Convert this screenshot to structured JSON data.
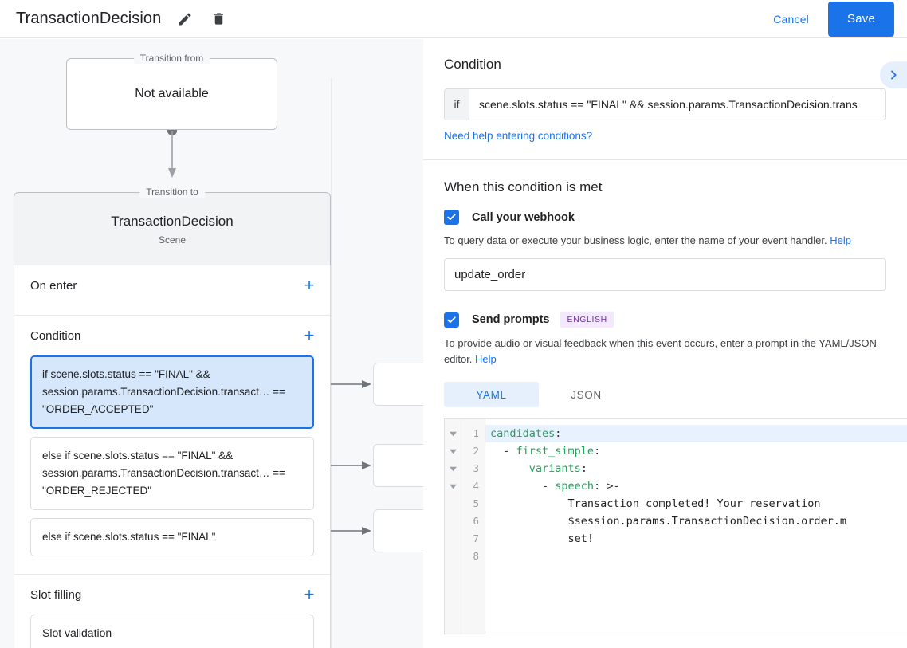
{
  "topbar": {
    "title": "TransactionDecision",
    "edit_icon": "pencil-icon",
    "delete_icon": "trash-icon",
    "cancel_label": "Cancel",
    "save_label": "Save"
  },
  "canvas": {
    "transition_from": {
      "legend": "Transition from",
      "value": "Not available"
    },
    "transition_to": {
      "legend": "Transition to",
      "name": "TransactionDecision",
      "type": "Scene"
    },
    "sections": [
      {
        "title": "On enter",
        "add_label": "+",
        "items": []
      },
      {
        "title": "Condition",
        "add_label": "+",
        "items": [
          {
            "text": "if scene.slots.status == \"FINAL\" && session.params.TransactionDecision.transact… == \"ORDER_ACCEPTED\"",
            "selected": true
          },
          {
            "text": "else if scene.slots.status == \"FINAL\" && session.params.TransactionDecision.transact… == \"ORDER_REJECTED\"",
            "selected": false
          },
          {
            "text": "else if scene.slots.status == \"FINAL\"",
            "selected": false
          }
        ]
      },
      {
        "title": "Slot filling",
        "add_label": "+",
        "items": [
          {
            "text": "Slot validation",
            "selected": false
          }
        ]
      }
    ]
  },
  "right_panel": {
    "condition_heading": "Condition",
    "collapse_icon": "chevron-right-icon",
    "if_label": "if",
    "if_value": "scene.slots.status == \"FINAL\" && session.params.TransactionDecision.trans",
    "help_conditions_link": "Need help entering conditions?",
    "when_met_heading": "When this condition is met",
    "webhook": {
      "checkbox_checked": true,
      "label": "Call your webhook",
      "hint": "To query data or execute your business logic, enter the name of your event handler.",
      "help_label": "Help",
      "handler_value": "update_order"
    },
    "prompts": {
      "checkbox_checked": true,
      "label": "Send prompts",
      "badge": "ENGLISH",
      "hint": "To provide audio or visual feedback when this event occurs, enter a prompt in the YAML/JSON editor.",
      "help_label": "Help",
      "tabs": [
        {
          "label": "YAML",
          "active": true
        },
        {
          "label": "JSON",
          "active": false
        }
      ]
    },
    "editor": {
      "language": "yaml",
      "active_line": 1,
      "lines": [
        {
          "n": "1",
          "fold": true,
          "tokens": [
            {
              "t": "candidates",
              "c": "k"
            },
            {
              "t": ":",
              "c": "p"
            }
          ]
        },
        {
          "n": "2",
          "fold": true,
          "tokens": [
            {
              "t": "  - ",
              "c": "p"
            },
            {
              "t": "first_simple",
              "c": "k"
            },
            {
              "t": ":",
              "c": "p"
            }
          ]
        },
        {
          "n": "3",
          "fold": true,
          "tokens": [
            {
              "t": "      ",
              "c": "p"
            },
            {
              "t": "variants",
              "c": "k"
            },
            {
              "t": ":",
              "c": "p"
            }
          ]
        },
        {
          "n": "4",
          "fold": true,
          "tokens": [
            {
              "t": "        - ",
              "c": "p"
            },
            {
              "t": "speech",
              "c": "k"
            },
            {
              "t": ": >-",
              "c": "p"
            }
          ]
        },
        {
          "n": "5",
          "fold": false,
          "tokens": [
            {
              "t": "            Transaction completed! Your reservation",
              "c": "t"
            }
          ]
        },
        {
          "n": "6",
          "fold": false,
          "tokens": [
            {
              "t": "            $session.params.TransactionDecision.order.m",
              "c": "t"
            }
          ]
        },
        {
          "n": "7",
          "fold": false,
          "tokens": [
            {
              "t": "            set!",
              "c": "t"
            }
          ]
        },
        {
          "n": "8",
          "fold": false,
          "tokens": [
            {
              "t": "",
              "c": "t"
            }
          ]
        }
      ]
    }
  },
  "colors": {
    "accent": "#1a73e8",
    "canvas_bg": "#f6f8f9",
    "badge_bg": "#f3e8fd",
    "badge_fg": "#7627bb",
    "yaml_key": "#22a05a"
  }
}
